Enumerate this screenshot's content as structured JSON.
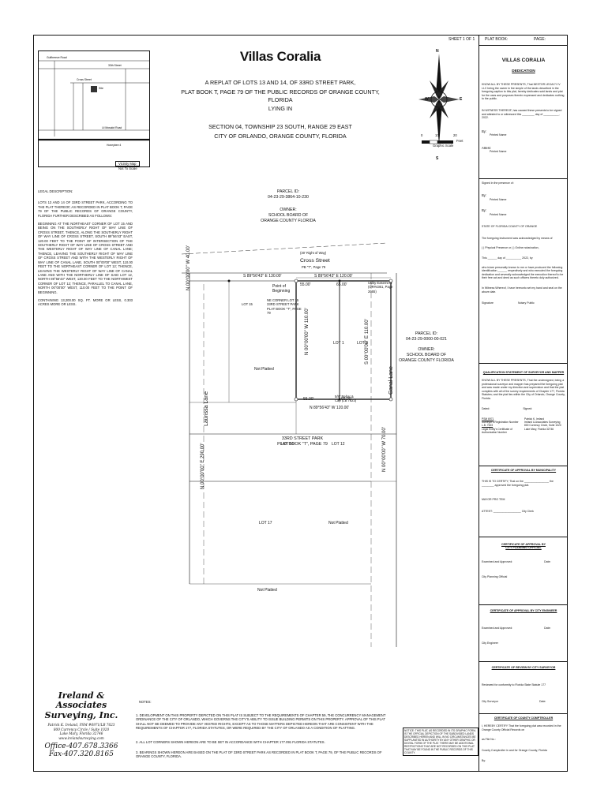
{
  "header": {
    "sheet": "SHEET 1 OF 1",
    "plat_book": "PLAT BOOK:",
    "page": "PAGE:"
  },
  "title": {
    "name": "Villas Coralia",
    "line1": "A REPLAT OF LOTS 13 AND 14, OF 33RD STREET PARK,",
    "line2": "PLAT BOOK T, PAGE 79 OF THE PUBLIC RECORDS OF ORANGE COUNTY, FLORIDA",
    "lying_in": "LYING IN",
    "section": "SECTION 04, TOWNSHIP 23 SOUTH, RANGE 29 EAST",
    "city": "CITY OF ORLANDO, ORANGE COUNTY, FLORIDA"
  },
  "vicinity": {
    "label": "Vicinity Map",
    "scale": "Not To Scale",
    "roads": [
      "Gulfbreeze Road",
      "33th Street",
      "Cross Street",
      "Site",
      "Lil Mosalot Road",
      "Honeybee 4"
    ]
  },
  "north_arrow": {
    "n": "N",
    "s": "S",
    "e": "E",
    "w": "W",
    "scale_ticks": [
      "0",
      "10",
      "20"
    ],
    "scale_unit": "Feet",
    "scale_caption": "Graphic Scale"
  },
  "legal": {
    "heading": "LEGAL DESCRIPTION:",
    "para1": "LOTS 13 AND 14 OF 33RD STREET PARK, ACCORDING TO THE PLAT THEREOF, AS RECORDED IN PLAT BOOK T, PAGE 79 OF THE PUBLIC RECORDS OF ORANGE COUNTY, FLORIDA FURTHER DESCRIBED AS FOLLOWS:",
    "para2": "BEGINNING AT THE NORTHEAST CORNER OF LOT 15 AND BEING ON THE SOUTHERLY RIGHT OF WAY LINE OF CROSS STREET, THENCE, ALONG THE SOUTHERLY RIGHT OF WAY LINE OF CROSS STREET, SOUTH 89°56'43\" EAST, 120.00 FEET TO THE POINT OF INTERSECTION OF THE SOUTHERLY RIGHT OF WAY LINE OF CROSS STREET AND THE WESTERLY RIGHT OF WAY LINE OF CANAL LANE; THENCE, LEAVING THE SOUTHERLY RIGHT OF WAY LINE OF CROSS STREET AND WITH THE WESTERLY RIGHT OF WAY LINE OF CANAL LANE, SOUTH 00°00'00\" WEST, 110.00 FEET TO THE NORTHEAST CORNER OF LOT 12; THENCE, LEAVING THE WESTERLY RIGHT OF WAY LINE OF CANAL LANE AND WITH THE NORTHERLY LINE OF SAID LOT 12, NORTH 89°56'43\" WEST, 120.00 FEET TO THE NORTHWEST CORNER OF LOT 12; THENCE, PARALLEL TO CANAL LANE, NORTH 00°00'00\" WEST, 110.00 FEET TO THE POINT OF BEGINNING.",
    "para3": "CONTAINING 13,200.00 SQ. FT. MORE OR LESS, 0.303 ACRES MORE OR LESS."
  },
  "parcel_top": {
    "id_label": "PARCEL ID:",
    "id": "04-23-29-3864-10-230",
    "owner_label": "OWNER:",
    "owner1": "SCHOOL BOARD OF",
    "owner2": "ORANGE COUNTY FLORIDA"
  },
  "parcel_right": {
    "id_label": "PARCEL ID:",
    "id": "04-23-29-0000-00-021",
    "owner_label": "OWNER:",
    "owner1": "SCHOOL BOARD OF",
    "owner2": "ORANGE COUNTY FLORIDA"
  },
  "map": {
    "cross_street": "Cross Street",
    "cross_sub": "PB \"T\", Page 79",
    "row_note": "(30' Right of Way)",
    "bearing_top": "S 89°56'43\" E 120.00'",
    "bearing_top_left": "S 89°56'43\" E 130.00'",
    "bearing_bottom": "N 89°56'43\" W 120.00'",
    "seg1": "55.00'",
    "seg2": "65.00'",
    "seg3": "55.00'",
    "seg4": "65.00'",
    "west_side": "N 00°00'00\" W 40.00'",
    "mid_line": "N 00°00'00\" W 110.00'",
    "east_line": "S 00°00'00\" E 110.00'",
    "left_long": "N 00°00'00\" E 290.00'",
    "right_long": "N 00°00'00\" W 70.00'",
    "pob": "Point of Beginning",
    "ne_corner": "NE CORNER LOT 15 33RD STREET PARK PLAT BOOK \"T\", PAGE 79",
    "lot1": "LOT 1",
    "lot2": "LOT 2",
    "lot15a": "LOT 15",
    "lot15b": "LOT 15",
    "lot12": "LOT 12",
    "lot17": "LOT 17",
    "not_platted1": "Not Platted",
    "not_platted2": "Not Platted",
    "not_platted3": "Not Platted",
    "park_name": "33RD STREET PARK",
    "park_book": "PLAT BOOK \"T\", PAGE 79",
    "canal_lane": "Canal Lane",
    "laurissa_lane": "Laurissa Lane",
    "utility": "Utility Easement (OR#4361, Page 2665)",
    "found": "5/8\" Rebar & Cap (LB 7623)"
  },
  "notes": {
    "heading": "NOTES:",
    "n1": "1.  DEVELOPMENT ON THIS PROPERTY DEPICTED ON THIS PLAT IS SUBJECT TO THE REQUIREMENTS OF CHAPTER 59, THE CONCURRENCY MANAGEMENT ORDINANCE OF THE CITY OF ORLANDO, WHICH GOVERNS THE CITY'S ABILITY TO ISSUE BUILDING PERMITS ON THIS PROPERTY. APPROVAL OF THIS PLAT SHALL NOT BE DEEMED TO PROVIDE ANY VESTED RIGHTS, EXCEPT AS TO THOSE MATTERS DEPICTED HEREON THAT ARE CONSISTENT WITH THE REQUIREMENTS OF CHAPTER 177, FLORIDA STATUTES, OR WERE REQUIRED BY THE CITY OF ORLANDO AS A CONDITION OF PLATTING.",
    "n2": "2.  ALL LOT CORNERS SHOWN HEREON ARE TO BE SET IN ACCORDANCE WITH CHAPTER 177.091 FLORIDA STATUTES.",
    "n3": "3.  BEARINGS SHOWN HEREON ARE BASED ON THE PLAT OF 33RD STREET PARK AS RECORDED IN PLAT BOOK T, PAGE 79, OF THE PUBLIC RECORDS OF ORANGE COUNTY, FLORIDA.",
    "notice": "NOTICE: THIS PLAT, AS RECORDED IN ITS GRAPHIC FORM, IS THE OFFICIAL DEPICTION OF THE SUBDIVIDED LANDS DESCRIBED HEREIN AND WILL IN NO CIRCUMSTANCES BE SUPPLANTED IN AUTHORITY BY ANY OTHER GRAPHIC OR DIGITAL FORM OF THE PLAT. THERE MAY BE ADDITIONAL RESTRICTIONS THAT ARE NOT RECORDED ON THIS PLAT THAT MAY BE FOUND IN THE PUBLIC RECORDS OF THIS COUNTY."
  },
  "surveyor_logo": {
    "line1": "Ireland & Associates",
    "line2": "Surveying, Inc.",
    "addr1": "Patrick K. Ireland, PSM #6971/LB 7623",
    "addr2": "800 Currency Circle / Suite 1020",
    "addr3": "Lake Mary, Florida 32746",
    "web": "www.irelandsurveying.com",
    "office": "Office-407.678.3366",
    "fax": "Fax-407.320.8165"
  },
  "right_panel": {
    "title": "VILLAS CORALIA",
    "dedication": "DEDICATION",
    "ded_text": "KNOW ALL BY THESE PRESENTS, That NESTOR LEGACY IV LLC being the owner in fee simple of the lands described in the foregoing caption to this plat, hereby dedicates said lands and plat for the uses and purposes therein expressed and dedicates nothing to the public.",
    "witness": "IN WITNESS THEREOF, has caused these presents to be signed and attested to or witnessed this ________ day of __________, 2022.",
    "by": "By:",
    "printed_name": "Printed Name",
    "attest": "Attest:",
    "signed_presence": "Signed in the presence of:",
    "state": "STATE OF FLORIDA COUNTY OF ORANGE",
    "ack": "The foregoing instrument was acknowledged by means of",
    "physical": "(   ) Physical Presence   or   (   ) Online notarization,",
    "this_day": "This ______ day of __________ 2022, by",
    "who": "who is/are personally known to me or have produced the following identification ______ respectively and who executed the foregoing dedication and severally acknowledged the execution thereof to be their free act and deed as such officers thereto duly authorized.",
    "in_witness": "In Witness Whereof, I have hereunto set my hand and seal on the above date.",
    "signature": "Signature",
    "notary": "Notary Public",
    "qual_title": "QUALIFICATION STATEMENT OF SURVEYOR AND MAPPER",
    "qual_text": "KNOW ALL BY THESE PRESENTS, That the undersigned, being a professional surveyor and mapper has prepared the foregoing plat and was made under my direction and supervision and that the plat complies with all of the survey requirements of Chapter 177, Florida Statutes; and the plat lies within the City of Orlando, Orange County, Florida.",
    "dated": "Dated:",
    "signed": "Signed:",
    "psm": "PSM 6971",
    "psm_label": "Surveyor's Registration Number",
    "lb": "L.B. 7623",
    "lb_label": "Legal Entity's Certificate of Authorization Number",
    "firm1": "Patrick K. Ireland",
    "firm2": "Ireland & Associates Surveying",
    "firm3": "800 Currency Circle, Suite 1020",
    "firm4": "Lake Mary, Florida 32746",
    "muni_title": "CERTIFICATE OF APPROVAL BY MUNICIPALITY",
    "muni_text": "THIS IS TO CERTIFY, That on the ________________ the ________ approved the foregoing plat.",
    "mayor": "MAYOR PRO TEM",
    "attest2": "ATTEST: __________________ City Clerk",
    "cpo_title1": "CERTIFICATE OF APPROVAL BY",
    "cpo_title2": "CITY PLANNING OFFICIAL",
    "examined": "Examined and Approved:",
    "date": "Date:",
    "cpo_sig": "City Planning Official",
    "eng_title": "CERTIFICATE OF APPROVAL BY CITY ENGINEER",
    "eng_sig": "City Engineer",
    "rev_title": "CERTIFICATE OF REVIEW BY CITY SURVEYOR",
    "rev_text": "Reviewed for conformity to Florida State Statute 177",
    "surveyor_sig": "City Surveyor",
    "comp_title": "CERTIFICATE OF COUNTY COMPTROLLER",
    "comp_text": "I, HEREBY CERTIFY That the foregoing plat was recorded in the Orange County Official Records on",
    "as_file": "as File No.:",
    "comp_sig": "County Comptroller in and for Orange County, Florida",
    "by2": "By:"
  }
}
